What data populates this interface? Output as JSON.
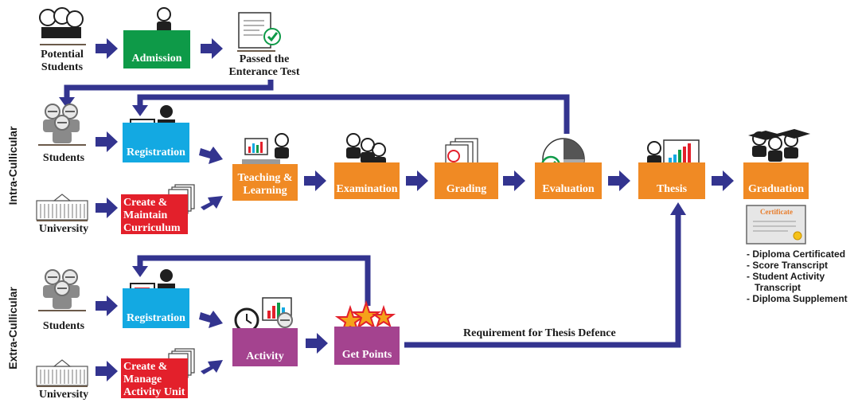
{
  "side_labels": {
    "intra": "Intra-Cullicular",
    "extra": "Extra-Cullicular"
  },
  "top_row": {
    "potential_students": "Potential\nStudents",
    "admission": "Admission",
    "passed_test": "Passed the\nEnterance Test"
  },
  "intra": {
    "students": "Students",
    "university": "University",
    "registration": "Registration",
    "curriculum": "Create &\nMaintain\nCurriculum",
    "teaching": "Teaching &\nLearning",
    "examination": "Examination",
    "grading": "Grading",
    "evaluation": "Evaluation",
    "thesis": "Thesis",
    "graduation": "Graduation"
  },
  "extra": {
    "students": "Students",
    "university": "University",
    "registration": "Registration",
    "activity_unit": "Create &\nManage\nActivity Unit",
    "activity": "Activity",
    "get_points": "Get Points",
    "requirement": "Requirement for Thesis Defence"
  },
  "certificate": {
    "title": "Certificate",
    "outputs": [
      "- Diploma Certificated",
      "- Score Transcript",
      "- Student Activity",
      "   Transcript",
      "- Diploma Supplement"
    ]
  },
  "colors": {
    "arrow": "#33348f",
    "green": "#0e9a48",
    "cyan": "#13a9e2",
    "red": "#e3202b",
    "orange": "#f08a24",
    "purple": "#a4438f",
    "icon": "#1f1f1f",
    "gray": "#8a8a8a"
  }
}
